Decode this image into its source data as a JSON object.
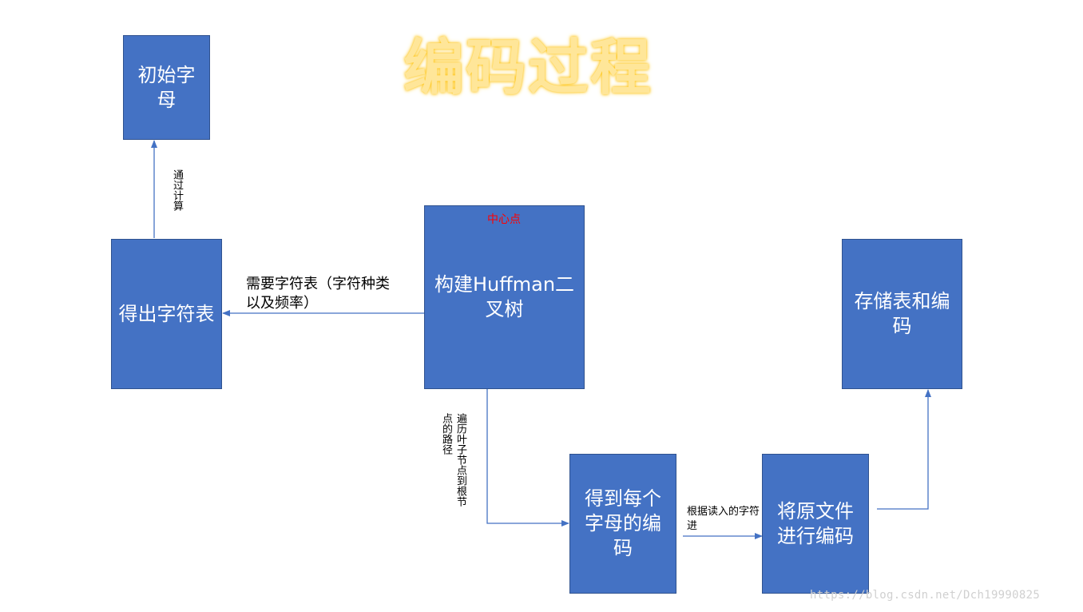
{
  "title": "编码过程",
  "boxes": {
    "initial_letters": "初始字母",
    "char_table": "得出字符表",
    "build_tree": "构建Huffman二叉树",
    "get_codes": "得到每个字母的编码",
    "encode_file": "将原文件进行编码",
    "store": "存储表和编码"
  },
  "center_note": "中心点",
  "labels": {
    "compute": "通过计算",
    "needs_table": "需要字符表（字符种类以及频率）",
    "traverse_a": "遍历叶子节点到根节",
    "traverse_b": "点的路径",
    "by_read_chars": "根据读入的字符进"
  },
  "watermark": "https://blog.csdn.net/Dch19990825",
  "colors": {
    "box_fill": "#4472c4",
    "box_border": "#2f528f",
    "arrow": "#4472c4",
    "title": "#ffe699",
    "center_note": "#ff0000"
  }
}
